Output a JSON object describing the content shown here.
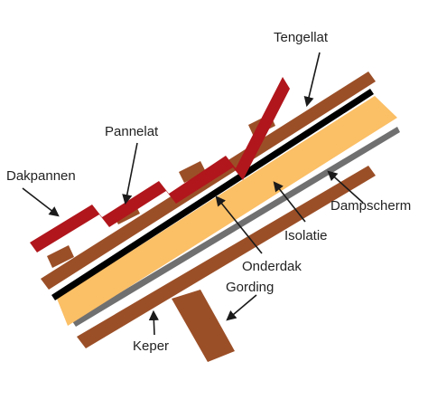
{
  "labels": {
    "tengellat": "Tengellat",
    "pannelat": "Pannelat",
    "dakpannen": "Dakpannen",
    "dampscherm": "Dampscherm",
    "isolatie": "Isolatie",
    "onderdak": "Onderdak",
    "gording": "Gording",
    "keper": "Keper"
  },
  "colors": {
    "dakpannen": "#b0161c",
    "lat": "#9b4f27",
    "onderdak": "#000000",
    "isolatie": "#fbbf66",
    "dampscherm": "#707070",
    "keper": "#9b4f27",
    "gording": "#9b4f27",
    "leader": "#1a1a1a"
  }
}
